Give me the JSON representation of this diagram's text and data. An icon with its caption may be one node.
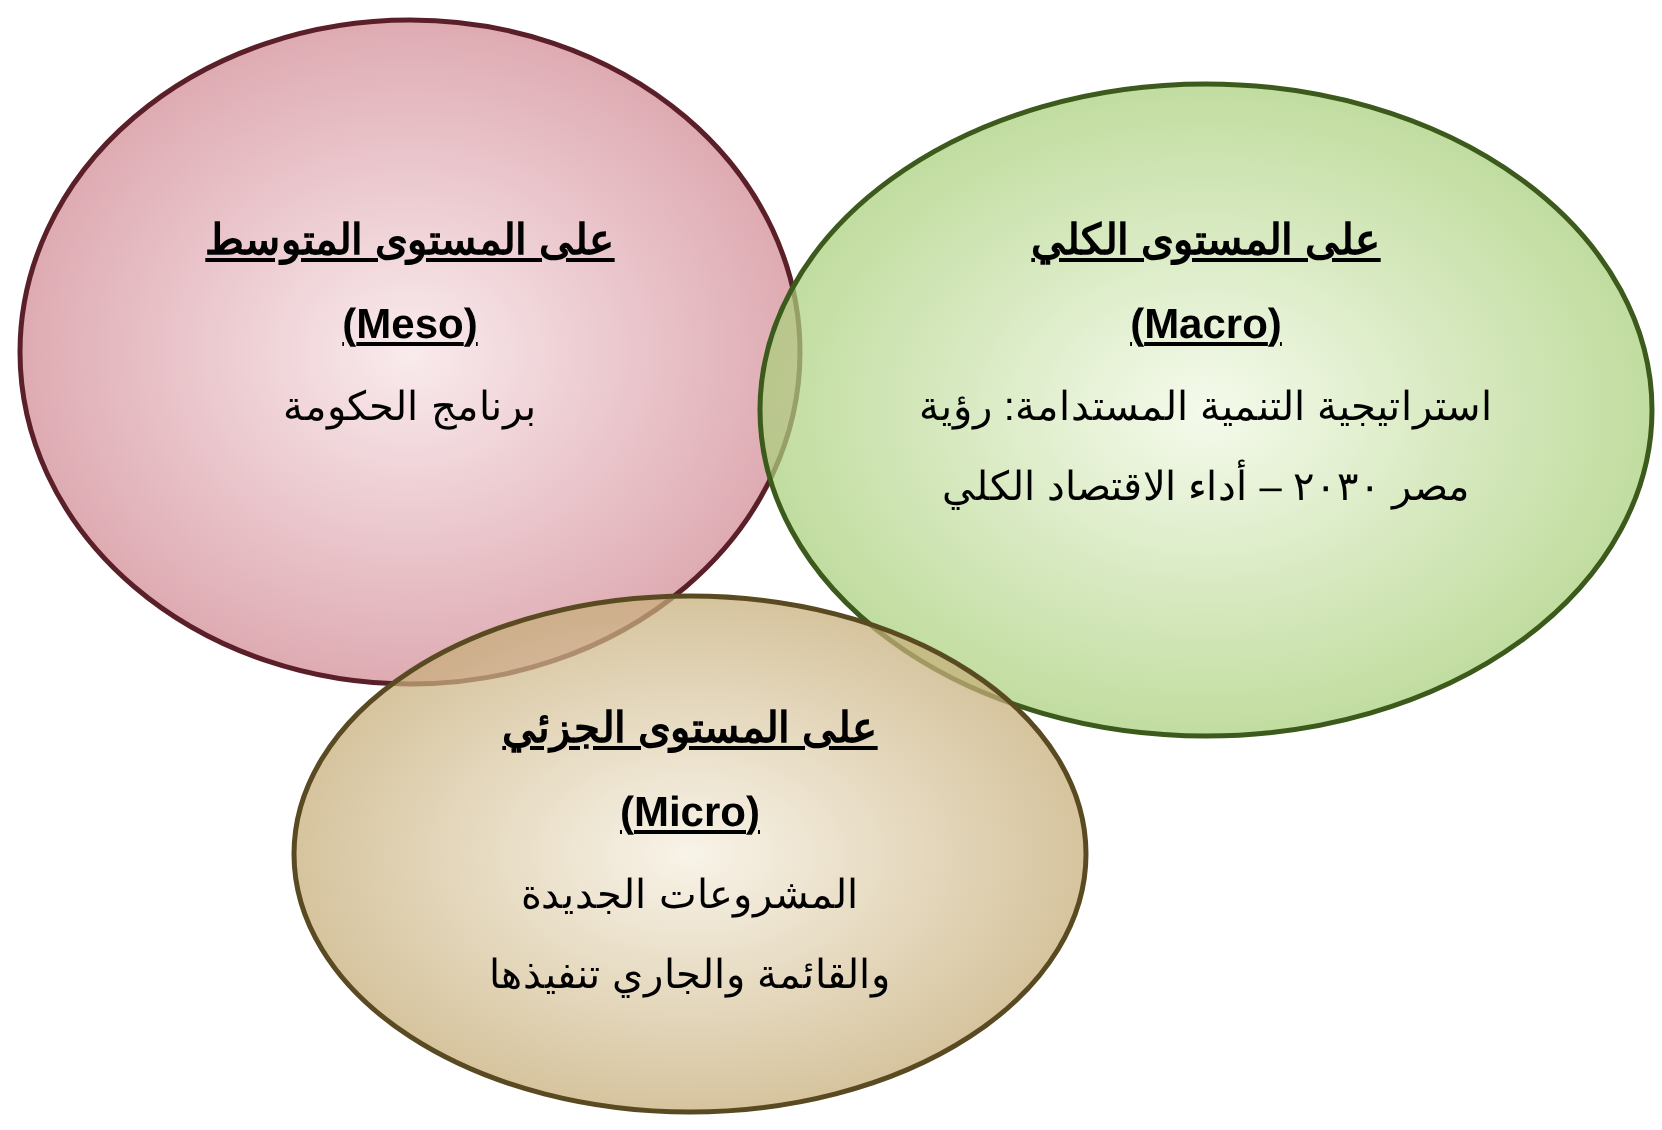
{
  "diagram": {
    "nodes": [
      {
        "text": [
          "على المستوى المتوسط (Meso)",
          "برنامج الحكومة"
        ]
      },
      {
        "text": [
          "على المستوى الكلي (Macro)",
          "استراتيجية التنمية المستدامة: رؤية مصر ٢٠٣٠ – أداء الاقتصاد الكلي"
        ]
      },
      {
        "text": [
          "على المستوى الجزئي (Micro)",
          "المشروعات الجديدة والقائمة والجاري تنفيذها"
        ]
      }
    ]
  }
}
